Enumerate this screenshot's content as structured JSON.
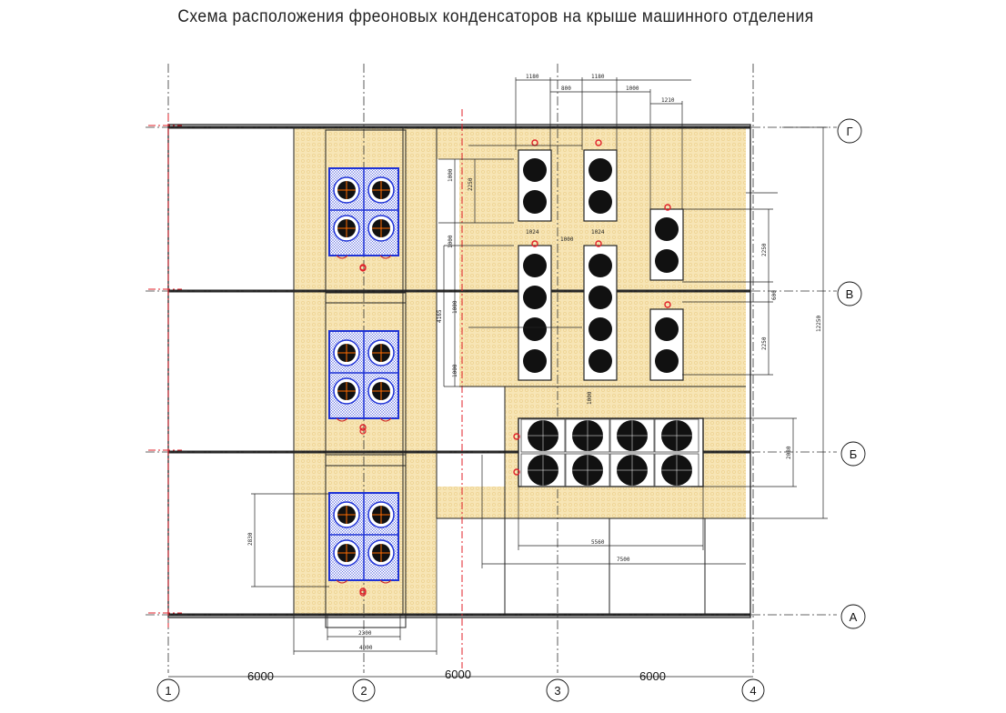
{
  "title": "Схема расположения фреоновых конденсаторов на крыше машинного отделения",
  "axes": {
    "columns": [
      "1",
      "2",
      "3",
      "4"
    ],
    "rows": [
      "Г",
      "В",
      "Б",
      "А"
    ]
  },
  "spans": [
    "6000",
    "6000",
    "6000"
  ],
  "dimensions": {
    "top_w1": "1180",
    "top_gap": "800",
    "top_w2": "1180",
    "top_gap2": "1000",
    "top_w3": "1210",
    "row1_h": "1000",
    "row1_h2": "2250",
    "mid_w1": "1024",
    "mid_gap": "1000",
    "mid_w2": "1024",
    "left_a": "1000",
    "left_b": "1000",
    "left_c": "1000",
    "left_total": "4165",
    "right_a": "2250",
    "right_gap": "600",
    "right_b": "2250",
    "right_total": "12250",
    "center_gap": "1000",
    "big_h": "2080",
    "big_w": "5560",
    "big_w2": "7500",
    "left_unit_h": "2830",
    "left_unit_w": "2300",
    "left_unit_w2": "4000"
  },
  "colors": {
    "hatch": "#f7e5b5",
    "hatch_line": "#e8c77c",
    "unit_blue": "#1f33d6",
    "fan_dark": "#111111",
    "axis_red": "#e0202a",
    "marker_red": "#e0202a",
    "fan_orange": "#ff6a00"
  }
}
